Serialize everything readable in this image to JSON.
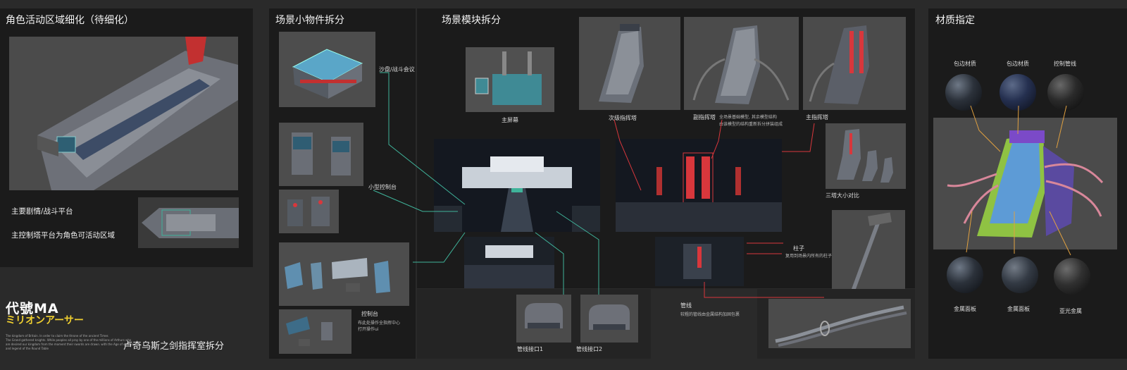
{
  "panels": {
    "p1": {
      "title": "角色活动区域细化（待细化）",
      "main_label": "主要剧情/战斗平台",
      "sub_label": "主控制塔平台为角色可活动区域"
    },
    "p2": {
      "title": "场景小物件拆分"
    },
    "p3": {
      "title": "场景模块拆分"
    },
    "p4": {
      "title": "材质指定"
    }
  },
  "labels": {
    "sand_table": "沙盘/战斗会议",
    "small_console": "小型控制台",
    "console": "控制台",
    "console_note1": "布此处操作全指挥中心",
    "console_note2": "打开操作ui",
    "pipe_port1": "管线接口1",
    "pipe_port2": "管线接口2",
    "main_screen": "主屏幕",
    "sec_tower": "次级指挥塔",
    "vice_tower": "副指挥塔",
    "vice_note1": "全场景基础模型, 其余模型结构",
    "vice_note2": "由该模型的结构重新拆分拼装组成",
    "main_tower": "主指挥塔",
    "three_towers": "三塔大小对比",
    "pillar": "柱子",
    "pillar_note": "复用到场景内所有的柱子",
    "pipe": "管线",
    "pipe_note": "较粗的管线由金属结构加固包裹",
    "edge_mat1": "包边材质",
    "edge_mat2": "包边材质",
    "ctrl_pipe": "控制管线",
    "metal1": "金属面板",
    "metal2": "金属面板",
    "matte": "亚光金属"
  },
  "footer": {
    "logo_line1": "代號MA",
    "logo_line2": "ミリオンアーサー",
    "caption": "卢奇乌斯之剑指挥室拆分",
    "small_text1": "The kingdom of Britain. In order to claim the throne of the ancient Times",
    "small_text2": "The Grand gathered knights. While peoples all pray by one of the millions of Arthurs who",
    "small_text3": "are desired our kingdom from the moment their swords are drawn. with the Age of splitter",
    "small_text4": "and legend of the Round Table"
  },
  "colors": {
    "accent_red": "#d8373c",
    "accent_teal": "#3fb39a",
    "panel_bg": "#1b1b1b",
    "page_bg": "#2a2a2a"
  }
}
